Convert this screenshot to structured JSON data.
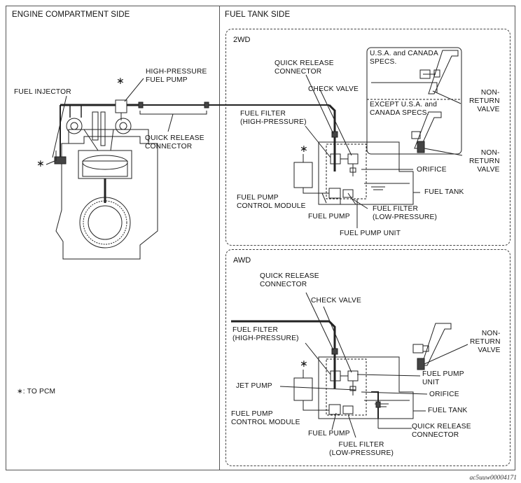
{
  "headers": {
    "engine_side": "ENGINE COMPARTMENT SIDE",
    "tank_side": "FUEL TANK SIDE"
  },
  "panels": {
    "twd": "2WD",
    "awd": "AWD"
  },
  "engine_labels": {
    "fuel_injector": "FUEL INJECTOR",
    "hp_fuel_pump": "HIGH-PRESSURE\nFUEL PUMP",
    "quick_release": "QUICK RELEASE\nCONNECTOR",
    "to_pcm": "∗: TO PCM"
  },
  "twd_labels": {
    "quick_release": "QUICK RELEASE\nCONNECTOR",
    "check_valve": "CHECK VALVE",
    "fuel_filter_hp": "FUEL FILTER\n(HIGH-PRESSURE)",
    "usa_canada": "U.S.A. and CANADA\nSPECS.",
    "except_usa": "EXCEPT U.S.A. and\nCANADA SPECS.",
    "non_return_1": "NON-\nRETURN\nVALVE",
    "non_return_2": "NON-\nRETURN\nVALVE",
    "orifice": "ORIFICE",
    "fuel_tank": "FUEL TANK",
    "fpcm": "FUEL PUMP\nCONTROL MODULE",
    "fuel_pump": "FUEL PUMP",
    "fuel_filter_lp": "FUEL FILTER\n(LOW-PRESSURE)",
    "fuel_pump_unit": "FUEL PUMP UNIT"
  },
  "awd_labels": {
    "quick_release": "QUICK RELEASE\nCONNECTOR",
    "check_valve": "CHECK VALVE",
    "fuel_filter_hp": "FUEL FILTER\n(HIGH-PRESSURE)",
    "non_return": "NON-\nRETURN\nVALVE",
    "fuel_pump_unit": "FUEL PUMP\nUNIT",
    "jet_pump": "JET PUMP",
    "orifice": "ORIFICE",
    "fuel_tank": "FUEL TANK",
    "fpcm": "FUEL PUMP\nCONTROL MODULE",
    "quick_release_2": "QUICK RELEASE\nCONNECTOR",
    "fuel_pump": "FUEL PUMP",
    "fuel_filter_lp": "FUEL FILTER\n(LOW-PRESSURE)"
  },
  "marks": {
    "asterisk": "∗"
  },
  "footer": "ac5uuw00004171"
}
